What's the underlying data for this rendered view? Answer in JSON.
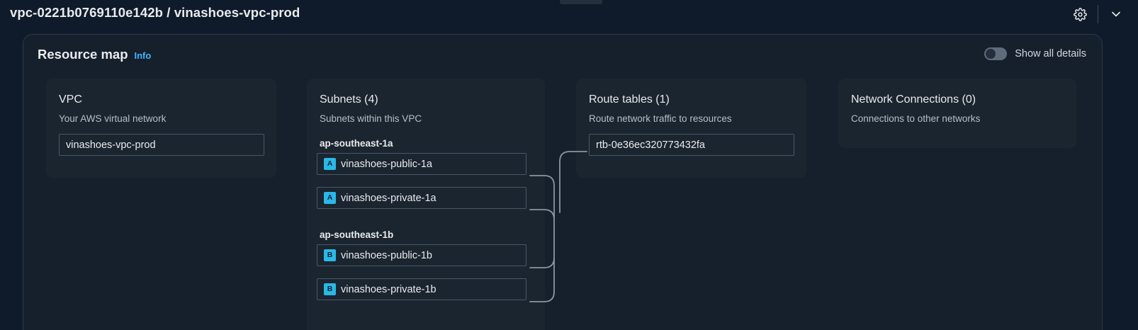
{
  "header": {
    "title": "vpc-0221b0769110e142b / vinashoes-vpc-prod",
    "settings_icon": "gear-icon",
    "collapse_icon": "chevron-down-icon"
  },
  "panel": {
    "title": "Resource map",
    "info_label": "Info",
    "toggle": {
      "label": "Show all details",
      "state": "off"
    }
  },
  "columns": {
    "vpc": {
      "title": "VPC",
      "subtitle": "Your AWS virtual network",
      "items": [
        {
          "label": "vinashoes-vpc-prod"
        }
      ]
    },
    "subnets": {
      "title": "Subnets (4)",
      "subtitle": "Subnets within this VPC",
      "groups": [
        {
          "az": "ap-southeast-1a",
          "items": [
            {
              "badge": "A",
              "label": "vinashoes-public-1a"
            },
            {
              "badge": "A",
              "label": "vinashoes-private-1a"
            }
          ]
        },
        {
          "az": "ap-southeast-1b",
          "items": [
            {
              "badge": "B",
              "label": "vinashoes-public-1b"
            },
            {
              "badge": "B",
              "label": "vinashoes-private-1b"
            }
          ]
        }
      ]
    },
    "route_tables": {
      "title": "Route tables (1)",
      "subtitle": "Route network traffic to resources",
      "items": [
        {
          "label": "rtb-0e36ec320773432fa"
        }
      ]
    },
    "network_connections": {
      "title": "Network Connections (0)",
      "subtitle": "Connections to other networks",
      "items": []
    }
  },
  "colors": {
    "page_bg": "#0f1b2a",
    "panel_bg": "#16202c",
    "card_bg": "#1b2530",
    "accent_link": "#42b4ff",
    "az_badge": "#28b9e8",
    "connector": "#8d949e",
    "text_primary": "#e9ebed",
    "text_secondary": "#b6bec9"
  }
}
